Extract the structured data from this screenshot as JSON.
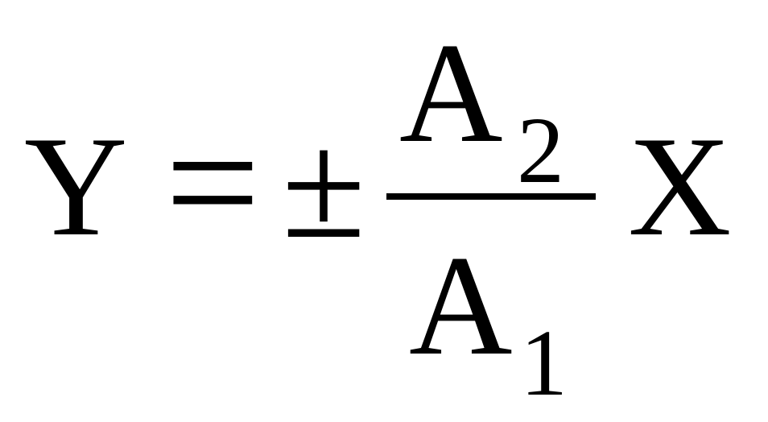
{
  "equation": {
    "lhs": "Y",
    "equals": "=",
    "plus_minus": "±",
    "numerator": {
      "var": "A",
      "subscript": "2"
    },
    "denominator": {
      "var": "A",
      "subscript": "1"
    },
    "rhs": "X"
  },
  "colors": {
    "text": "#000000",
    "background": "#ffffff"
  }
}
